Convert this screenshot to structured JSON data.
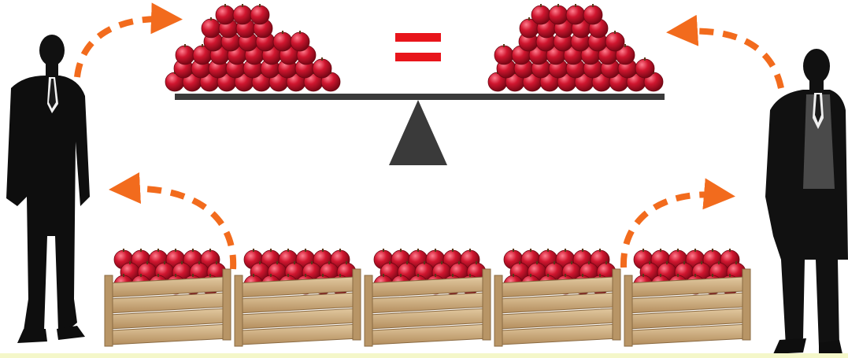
{
  "equals_sign_color": "#e8151b",
  "arrow_color": "#f26b1d",
  "beam_color": "#3a3a3a",
  "apple_color": "#c4122a",
  "crate_color": "#c9a77a",
  "figures": [
    {
      "position": "left",
      "suit": "solid-black",
      "has_vest": false
    },
    {
      "position": "right",
      "suit": "black-with-grey-vest",
      "has_vest": true
    }
  ],
  "crate_count": 5,
  "scale_balanced": true
}
